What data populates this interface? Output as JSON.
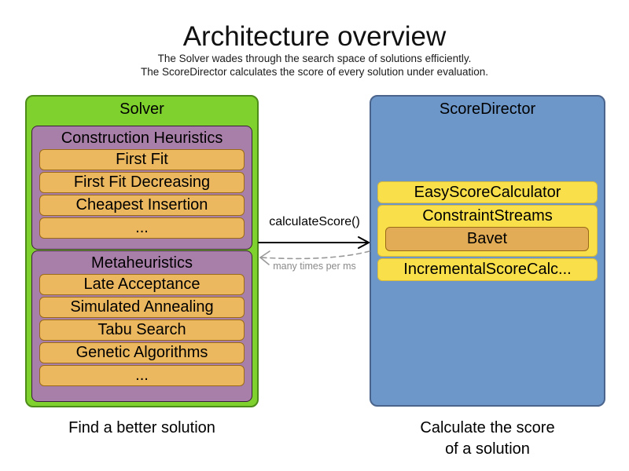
{
  "header": {
    "title": "Architecture overview",
    "subtitle_line1": "The Solver wades through the search space of solutions efficiently.",
    "subtitle_line2": "The ScoreDirector calculates the score of every solution under evaluation."
  },
  "solver": {
    "title": "Solver",
    "caption": "Find a better solution",
    "groups": [
      {
        "title": "Construction Heuristics",
        "items": [
          "First Fit",
          "First Fit Decreasing",
          "Cheapest Insertion",
          "..."
        ]
      },
      {
        "title": "Metaheuristics",
        "items": [
          "Late Acceptance",
          "Simulated Annealing",
          "Tabu Search",
          "Genetic Algorithms",
          "..."
        ]
      }
    ]
  },
  "score_director": {
    "title": "ScoreDirector",
    "caption_line1": "Calculate the score",
    "caption_line2": "of a solution",
    "calculators": [
      {
        "label": "EasyScoreCalculator"
      },
      {
        "label": "ConstraintStreams",
        "sub": "Bavet"
      },
      {
        "label": "IncrementalScoreCalc..."
      }
    ]
  },
  "connection": {
    "call_label": "calculateScore()",
    "frequency_label": "many times per ms"
  },
  "colors": {
    "green_fill": "#7fd22e",
    "green_border": "#4e8c1a",
    "purple_fill": "#a87fa8",
    "purple_border": "#3a1f3a",
    "orange_fill": "#ebb860",
    "orange_border": "#9a6a18",
    "blue_fill": "#6e97c9",
    "blue_border": "#4a648c",
    "yellow_fill": "#f9e04b",
    "yellow_border": "#d9bc39",
    "bavet_fill": "#e2ab55",
    "arrow_black": "#000000",
    "arrow_gray": "#999999"
  }
}
